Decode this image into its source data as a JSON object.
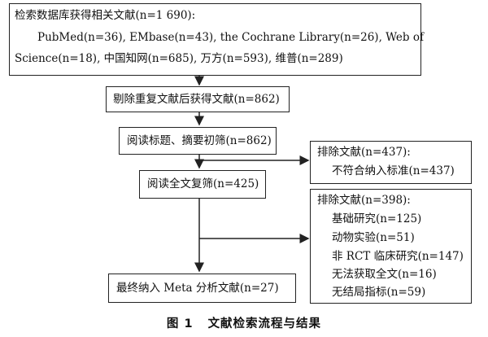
{
  "search_box": {
    "lines": [
      "检索数据库获得相关文献(n=1 690):",
      "PubMed(n=36), EMbase(n=43), the Cochrane Library(n=26), Web of",
      "Science(n=18), 中国知网(n=685), 万方(n=593), 维普(n=289)"
    ]
  },
  "dedup_box": {
    "text": "剔除重复文献后获得文献(n=862)"
  },
  "screen_box": {
    "text": "阅读标题、摘要初筛(n=862)"
  },
  "exclude1_box": {
    "title": "排除文献(n=437):",
    "items": [
      "不符合纳入标准(n=437)"
    ]
  },
  "fulltext_box": {
    "text": "阅读全文复筛(n=425)"
  },
  "exclude2_box": {
    "title": "排除文献(n=398):",
    "items": [
      "基础研究(n=125)",
      "动物实验(n=51)",
      "非 RCT 临床研究(n=147)",
      "无法获取全文(n=16)",
      "无结局指标(n=59)"
    ]
  },
  "final_box": {
    "text": "最终纳入 Meta 分析文献(n=27)"
  },
  "caption": {
    "figure": "图 1",
    "title": "文献检索流程与结果"
  }
}
